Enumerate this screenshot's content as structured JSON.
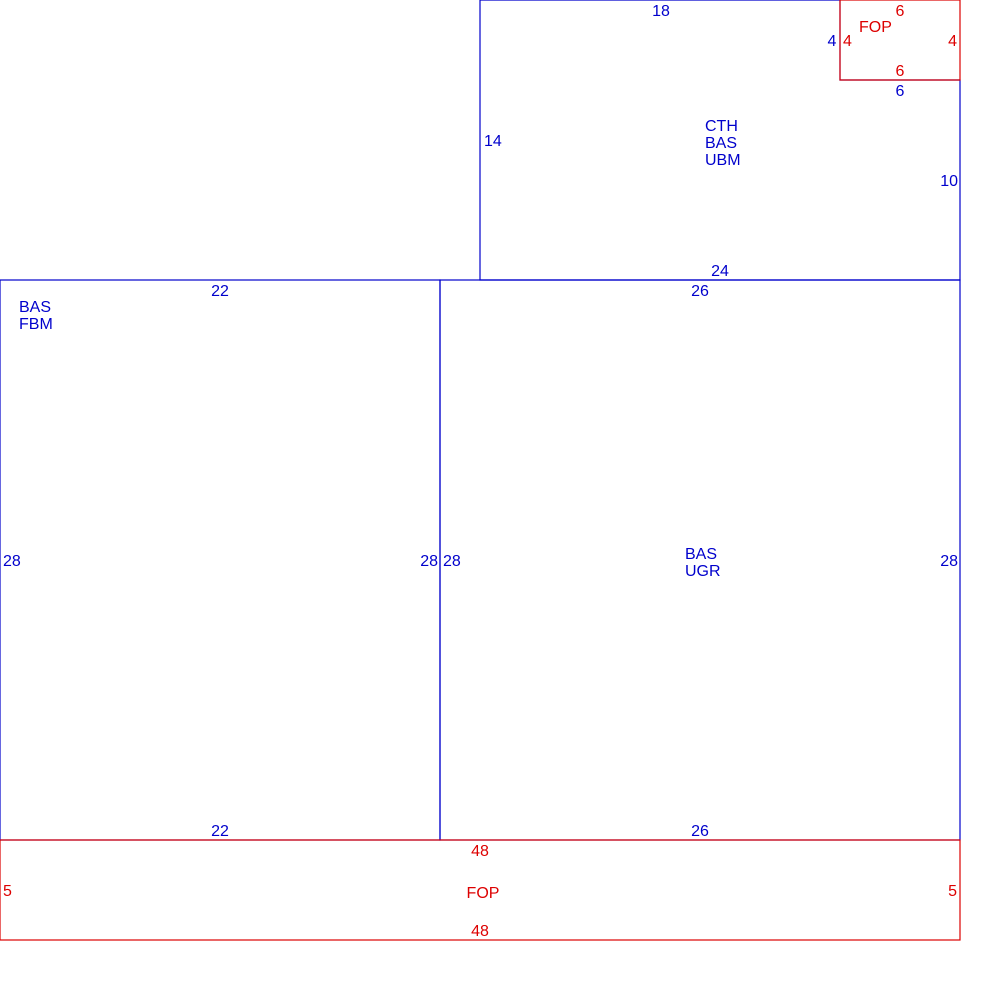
{
  "colors": {
    "main_areas": "#0000cc",
    "porch_areas": "#dd0000",
    "background": "#ffffff"
  },
  "rooms": {
    "upper": {
      "codes": [
        "CTH",
        "BAS",
        "UBM"
      ],
      "top_length": "18",
      "bottom_length": "24",
      "left_length": "14",
      "right_length": "10",
      "notch_bottom": "6",
      "notch_left": "4"
    },
    "porch_top": {
      "code": "FOP",
      "top": "6",
      "bottom": "6",
      "left": "4",
      "right": "4"
    },
    "left_basement": {
      "codes": [
        "BAS",
        "FBM"
      ],
      "top": "22",
      "bottom": "22",
      "left": "28",
      "right": "28"
    },
    "right_basement": {
      "codes": [
        "BAS",
        "UGR"
      ],
      "top": "26",
      "bottom": "26",
      "left": "28",
      "right": "28"
    },
    "porch_bottom": {
      "code": "FOP",
      "top": "48",
      "bottom": "48",
      "left": "5",
      "right": "5"
    }
  }
}
